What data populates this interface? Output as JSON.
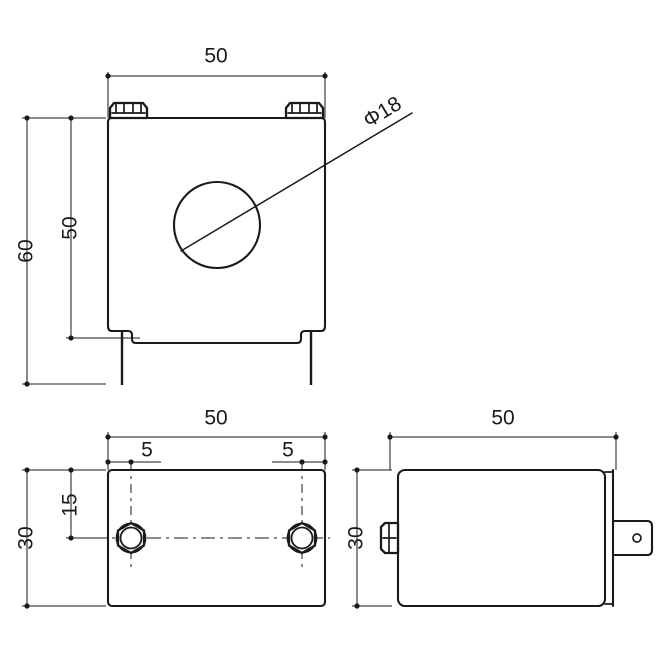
{
  "drawing": {
    "title": "Current transformer dimensional drawing",
    "line_color": "#1a1a1a",
    "background_color": "#ffffff",
    "units": "mm"
  },
  "views": {
    "front": {
      "name": "front-view",
      "dimensions": {
        "width_top": "50",
        "height_outer": "60",
        "height_inner": "50",
        "hole_diameter": "Φ18"
      }
    },
    "top": {
      "name": "top-view",
      "dimensions": {
        "width": "50",
        "height": "30",
        "edge_offset_left": "5",
        "edge_offset_right": "5",
        "terminal_from_top": "15"
      }
    },
    "side": {
      "name": "side-view",
      "dimensions": {
        "width": "50",
        "height": "30"
      }
    }
  },
  "labels": {
    "front_width": "50",
    "front_height_outer": "60",
    "front_height_inner": "50",
    "front_hole_dia": "Φ18",
    "top_width": "50",
    "top_height": "30",
    "top_offset_left": "5",
    "top_offset_right": "5",
    "top_terminal_offset": "15",
    "side_width": "50",
    "side_height": "30"
  }
}
